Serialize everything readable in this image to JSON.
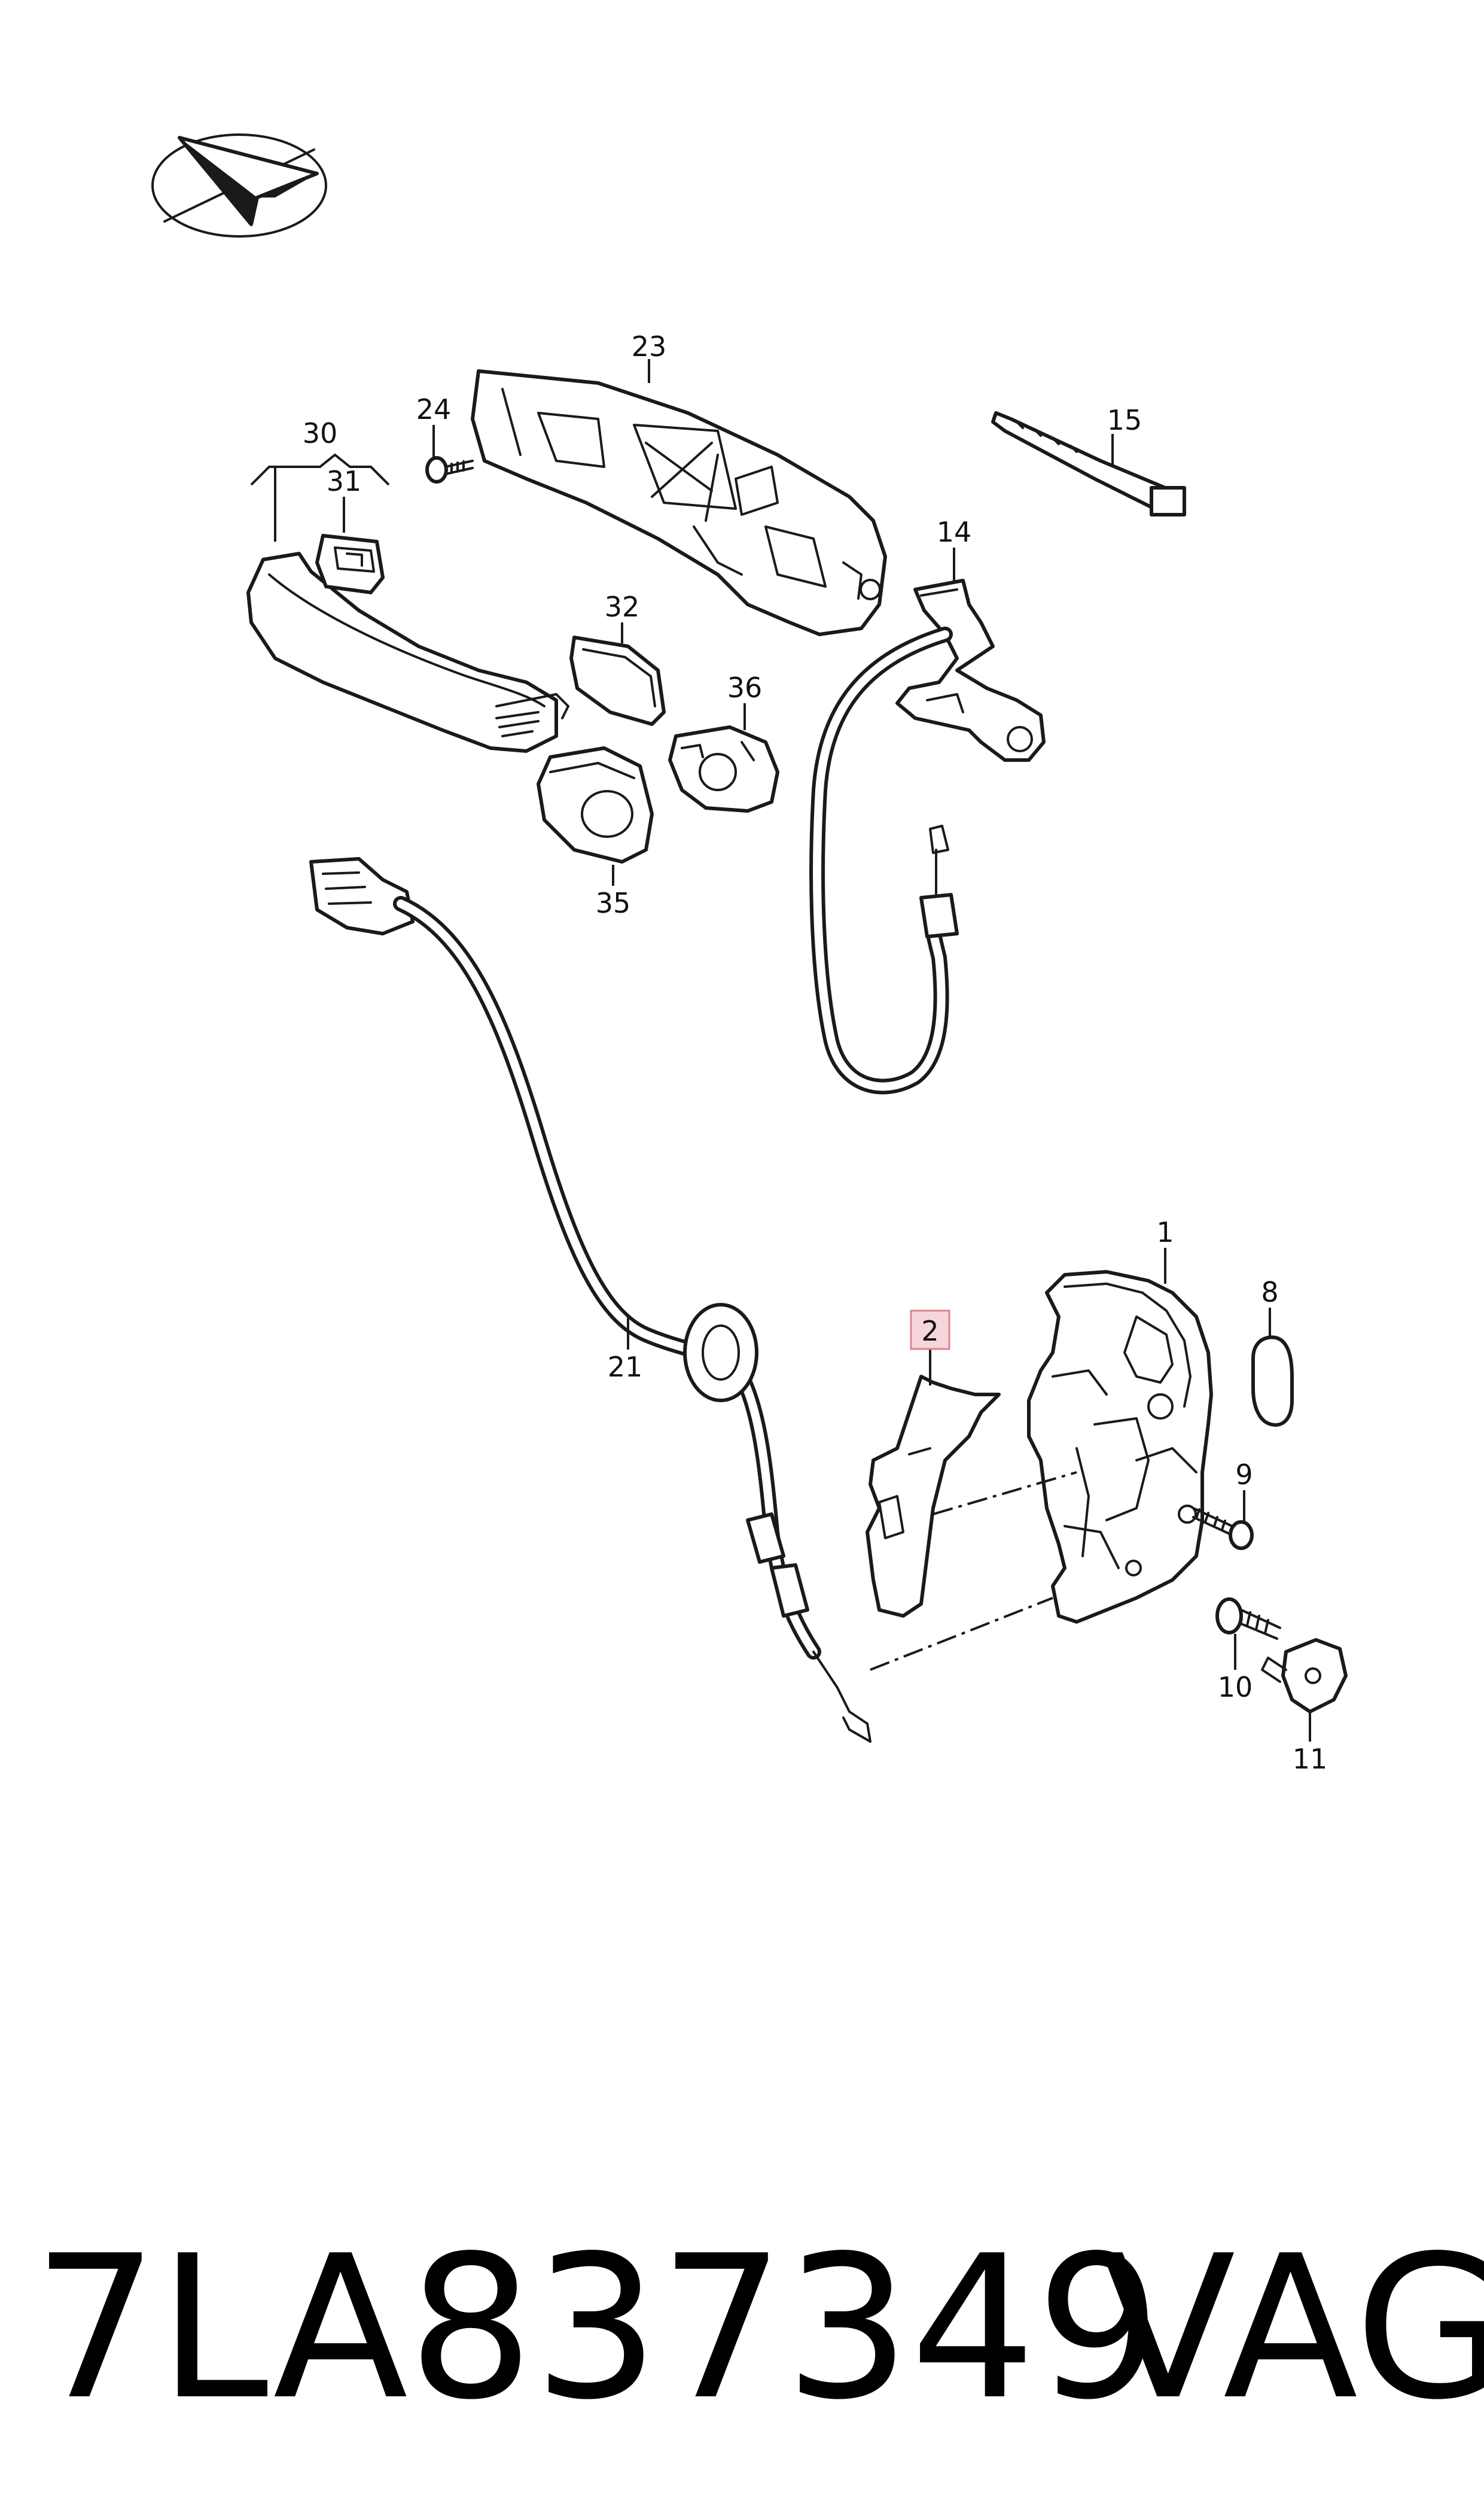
{
  "diagram": {
    "labels": {
      "p1": "1",
      "p2": "2",
      "p8": "8",
      "p9": "9",
      "p10": "10",
      "p11": "11",
      "p14": "14",
      "p15": "15",
      "p21": "21",
      "p23": "23",
      "p24": "24",
      "p30": "30",
      "p31": "31",
      "p32": "32",
      "p35": "35",
      "p36": "36"
    },
    "highlighted_label": "p2",
    "highlight_color": "#f6d6dc",
    "highlight_border": "#d9848f",
    "icons": [
      "direction-arrow-icon"
    ]
  },
  "footer": {
    "part_number": "7LA837349",
    "brand": "VAG"
  }
}
